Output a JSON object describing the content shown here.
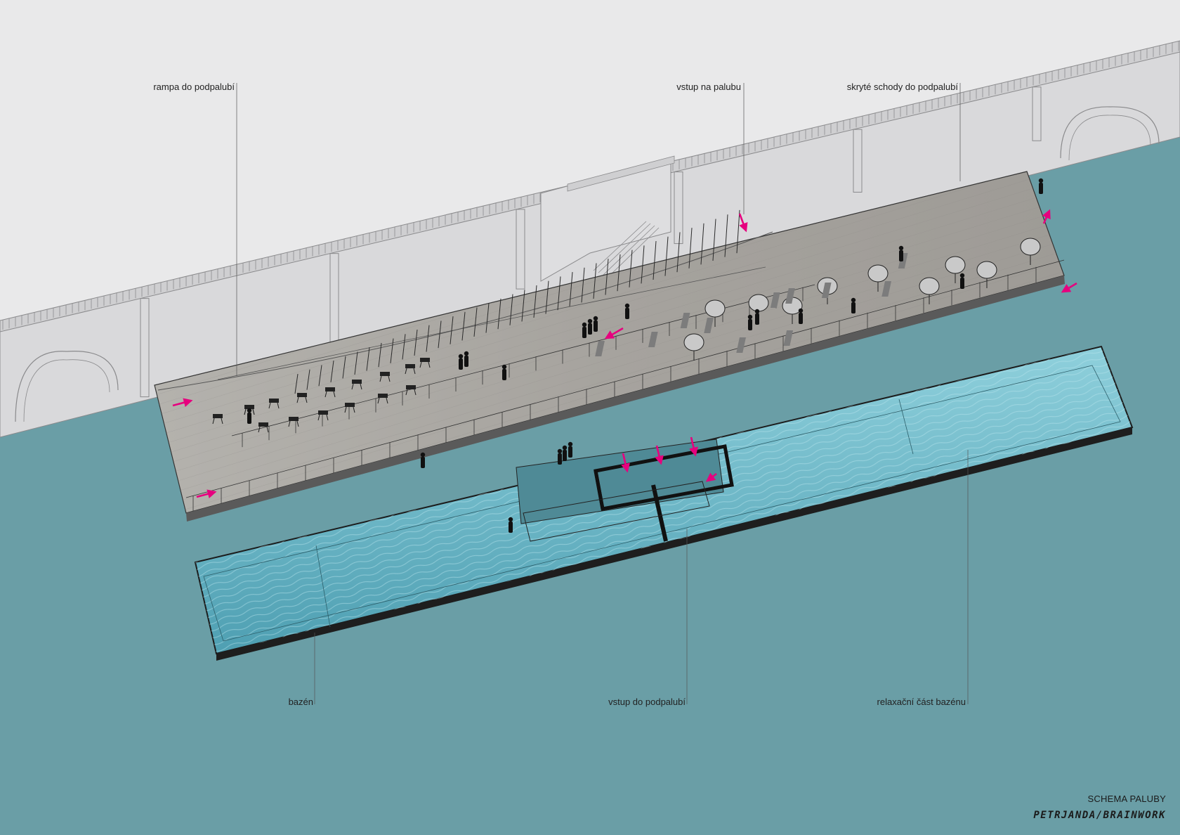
{
  "labels": {
    "rampa": "rampa do podpalubí",
    "vstup_paluba": "vstup na palubu",
    "skryte_schody": "skryté schody do podpalubí",
    "bazen": "bazén",
    "vstup_podpalubi": "vstup do podpalubí",
    "relaxacni": "relaxační část bazénu"
  },
  "credits": {
    "title": "SCHEMA PALUBY",
    "author": "PETRJANDA/BRAINWORK"
  },
  "colors": {
    "sky": "#e9e9ea",
    "river": "#6a9ea6",
    "wall": "#d8d8da",
    "deck": "#a9a7a2",
    "pool_water": "#6cb7c6",
    "arrow_accent": "#e6007e"
  },
  "icons": {
    "arrow": "magenta-arrow-icon",
    "person": "person-silhouette-icon",
    "umbrella": "umbrella-icon",
    "table": "cafe-table-icon"
  }
}
